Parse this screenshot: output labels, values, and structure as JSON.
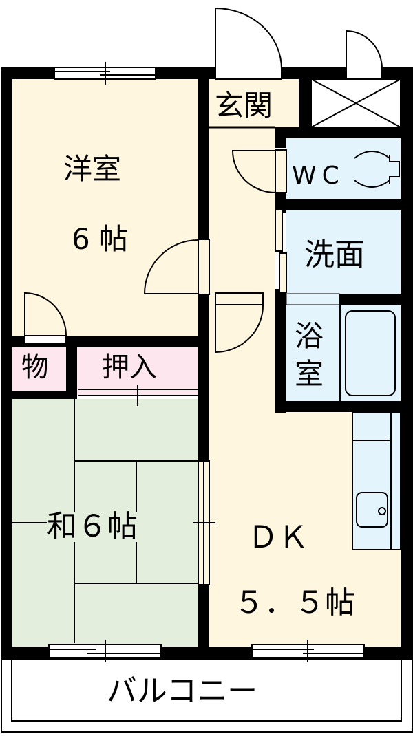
{
  "floorplan": {
    "colors": {
      "wall": "#000000",
      "western_room": "#FFF6E0",
      "japanese_room": "#E4EEDD",
      "closet": "#FDE6EE",
      "wet_area": "#E3F4FD",
      "dk": "#FFF6E0",
      "entrance": "#FFF6E0",
      "balcony": "#FFFFFF"
    },
    "rooms": {
      "western": {
        "name": "洋室",
        "size": "6 帖"
      },
      "entrance": {
        "name": "玄関"
      },
      "wc": {
        "name": "WC"
      },
      "washroom": {
        "name": "洗面"
      },
      "bath": {
        "name_line1": "浴",
        "name_line2": "室"
      },
      "storage": {
        "name": "物"
      },
      "oshiire": {
        "name": "押入"
      },
      "japanese": {
        "name": "和６帖"
      },
      "dk": {
        "name": "ＤＫ",
        "size": "５．５帖"
      },
      "balcony": {
        "name": "バルコニー"
      }
    }
  }
}
